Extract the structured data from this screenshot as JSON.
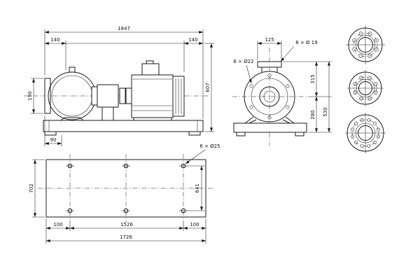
{
  "drawing_type": "pump-with-motor-dimensional-drawing",
  "side_view": {
    "dim_overall": "1847",
    "dim_left_offset": "140",
    "dim_right_offset": "140",
    "dim_flange": "190",
    "dim_foot": "90",
    "dim_height": "607"
  },
  "end_view": {
    "dim_flange_width": "125",
    "label_flange_holes": "8 × Ø 19",
    "label_casing_holes": "6 × Ø22",
    "dim_top": "315",
    "dim_bottom": "280",
    "dim_total": "530"
  },
  "plan_view": {
    "label_base_holes": "6 × Ø25",
    "dim_width": "702",
    "dim_hole_width": "641",
    "dim_margin_left": "100",
    "dim_hole_length": "1526",
    "dim_margin_right": "100",
    "dim_total_length": "1726"
  }
}
